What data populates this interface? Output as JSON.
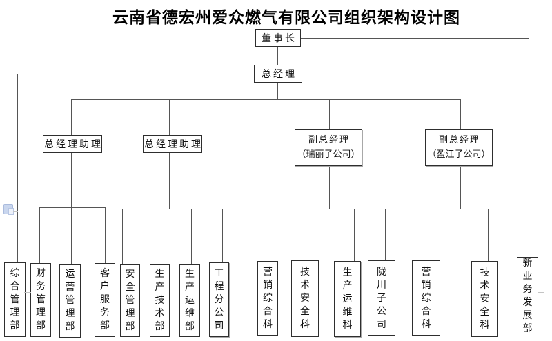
{
  "page": {
    "title": "云南省德宏州爱众燃气有限公司组织架构设计图"
  },
  "nodes": {
    "chairman": {
      "label": "董事长"
    },
    "general_manager": {
      "label": "总经理"
    },
    "gm_assistant_1": {
      "label": "总经理助理"
    },
    "gm_assistant_2": {
      "label": "总经理助理"
    },
    "deputy_gm_ruili": {
      "line1": "副总经理",
      "line2": "（瑞丽子公司）"
    },
    "deputy_gm_yingjiang": {
      "line1": "副总经理",
      "line2": "（盈江子公司）"
    },
    "dept_general_admin": {
      "label": "综合管理部"
    },
    "dept_finance": {
      "label": "财务管理部"
    },
    "dept_operations": {
      "label": "运营管理部"
    },
    "dept_customer_service": {
      "label": "客户服务部"
    },
    "dept_safety": {
      "label": "安全管理部"
    },
    "dept_production_tech": {
      "label": "生产技术部"
    },
    "dept_production_om": {
      "label": "生产运维部"
    },
    "engineering_branch": {
      "label": "工程分公司"
    },
    "ruili_marketing": {
      "label": "营销综合科"
    },
    "ruili_tech_safety": {
      "label": "技术安全科"
    },
    "ruili_production_om": {
      "label": "生产运维科"
    },
    "longchuan_subsidiary": {
      "label": "陇川子公司"
    },
    "yingjiang_marketing": {
      "label": "营销综合科"
    },
    "yingjiang_tech_safety": {
      "label": "技术安全科"
    },
    "dept_new_business": {
      "label": "新业务发展部"
    }
  },
  "hierarchy": {
    "董事长": [
      "总经理",
      "新业务发展部"
    ],
    "总经理": [
      "综合管理部",
      "总经理助理",
      "总经理助理",
      "副总经理（瑞丽子公司）",
      "副总经理（盈江子公司）"
    ],
    "总经理助理(左)": [
      "财务管理部",
      "运营管理部",
      "客户服务部"
    ],
    "总经理助理(右)": [
      "安全管理部",
      "生产技术部",
      "生产运维部",
      "工程分公司"
    ],
    "副总经理（瑞丽子公司）": [
      "营销综合科",
      "技术安全科",
      "生产运维科",
      "陇川子公司"
    ],
    "副总经理（盈江子公司）": [
      "营销综合科",
      "技术安全科"
    ]
  },
  "colors": {
    "background": "#ffffff",
    "line": "#555555",
    "box_border": "#2e2e2e",
    "text": "#111111",
    "paste_icon_blue": "#c9d6ee"
  },
  "icons": {
    "paste_options": "clipboard-paste-icon"
  }
}
